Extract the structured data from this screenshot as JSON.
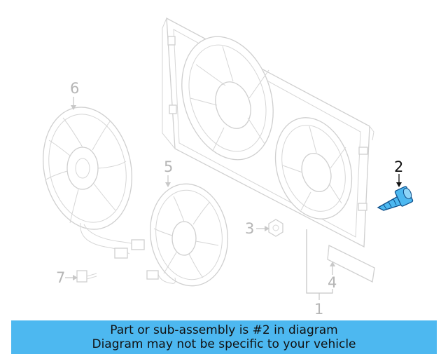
{
  "callouts": {
    "c1": "1",
    "c2": "2",
    "c3": "3",
    "c4": "4",
    "c5": "5",
    "c6": "6",
    "c7": "7"
  },
  "highlight_color": "#4db8f0",
  "caption": {
    "line1": "Part or sub-assembly is #2 in diagram",
    "line2": "Diagram may not be specific to your vehicle"
  }
}
